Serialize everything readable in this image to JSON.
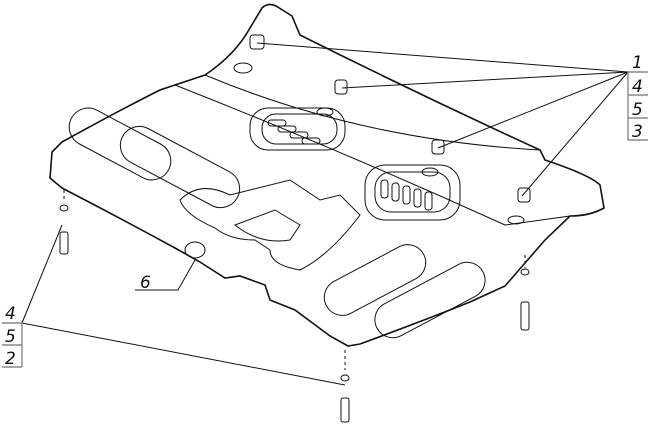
{
  "callouts": {
    "right_stack": [
      "1",
      "4",
      "5",
      "3"
    ],
    "left_stack": [
      "4",
      "5",
      "2"
    ],
    "single": "6"
  }
}
